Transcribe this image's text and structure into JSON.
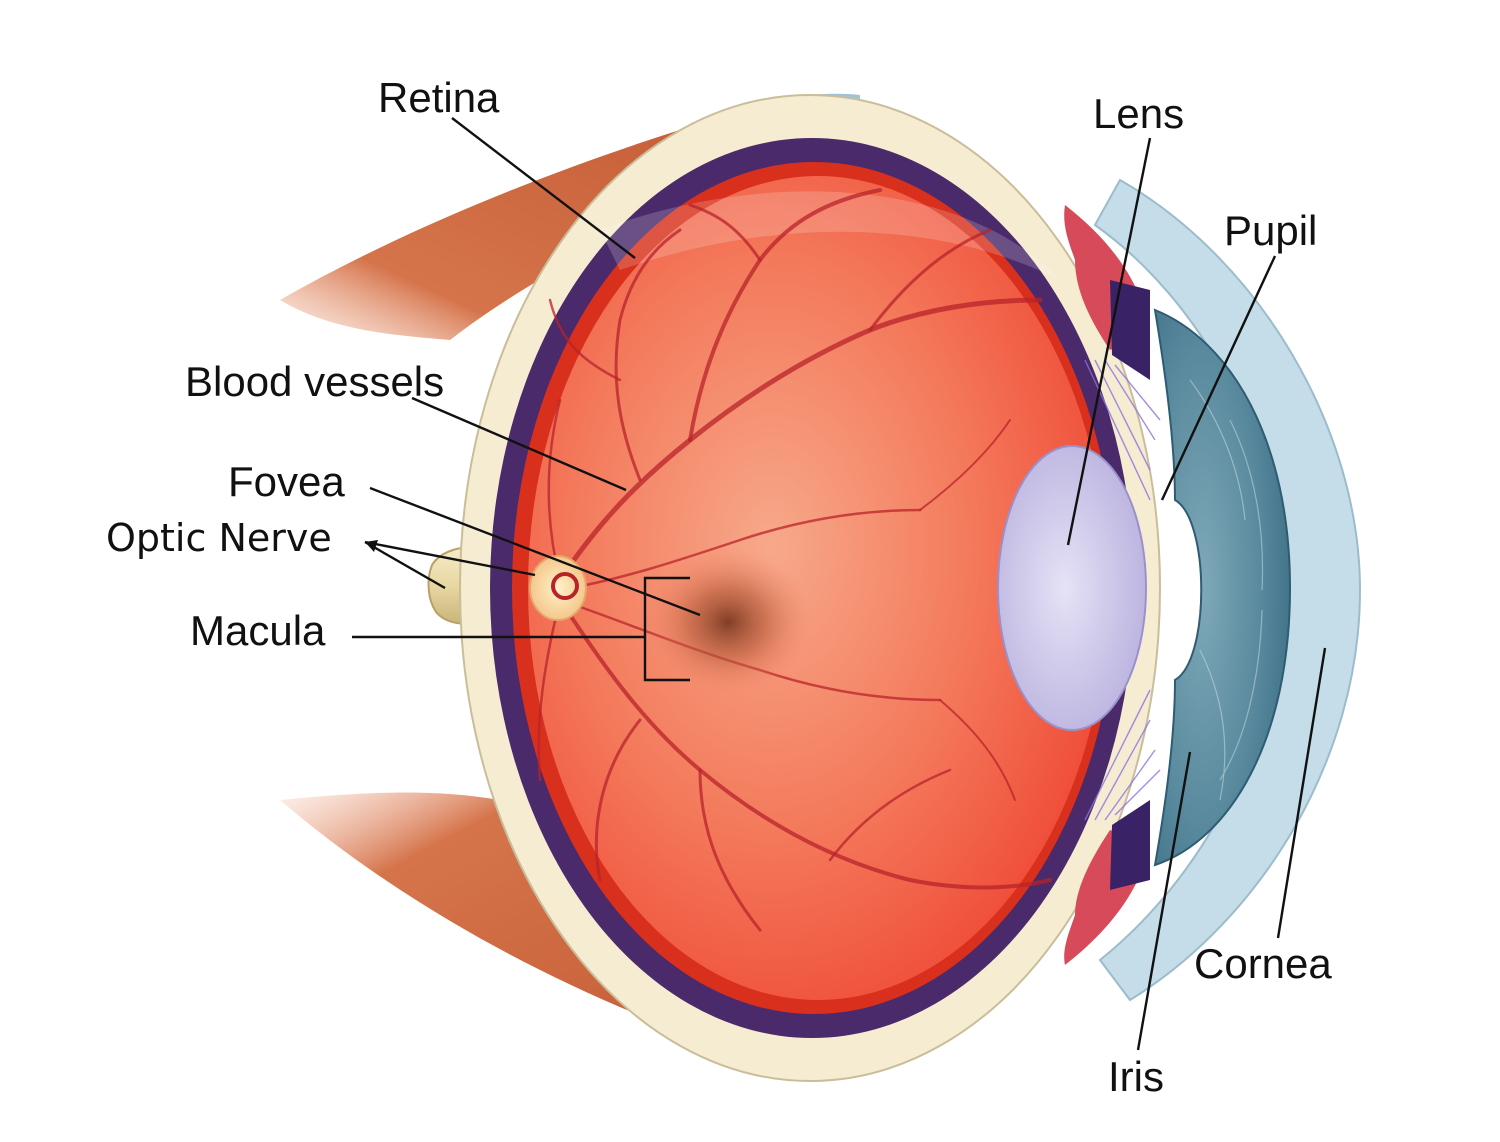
{
  "labels": {
    "retina": "Retina",
    "lens": "Lens",
    "pupil": "Pupil",
    "blood_vessels": "Blood vessels",
    "fovea": "Fovea",
    "optic_nerve": "Optic Nerve",
    "macula": "Macula",
    "cornea": "Cornea",
    "iris": "Iris"
  },
  "colors": {
    "background": "#ffffff",
    "label_text": "#111111",
    "leader_line": "#111111",
    "muscle": "#c9603c",
    "sclera": "#f5ecd2",
    "choroid": "#4a2a6a",
    "retina_layer": "#d8301c",
    "vitreous": "#f46a4e",
    "vessel": "#b8232a",
    "lens": "#c8c2e6",
    "iris": "#5f8fa6",
    "cornea": "#bcd8e4"
  }
}
